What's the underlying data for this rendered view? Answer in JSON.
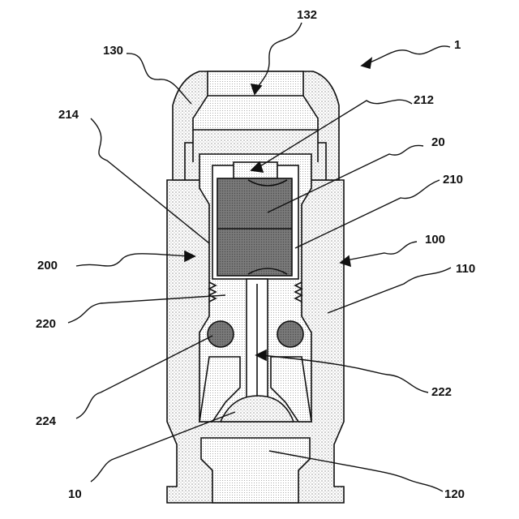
{
  "figure": {
    "labels": [
      {
        "id": "ref-1",
        "text": "1"
      },
      {
        "id": "ref-132",
        "text": "132"
      },
      {
        "id": "ref-130",
        "text": "130"
      },
      {
        "id": "ref-214",
        "text": "214"
      },
      {
        "id": "ref-212",
        "text": "212"
      },
      {
        "id": "ref-20",
        "text": "20"
      },
      {
        "id": "ref-210",
        "text": "210"
      },
      {
        "id": "ref-100",
        "text": "100"
      },
      {
        "id": "ref-200",
        "text": "200"
      },
      {
        "id": "ref-110",
        "text": "110"
      },
      {
        "id": "ref-220",
        "text": "220"
      },
      {
        "id": "ref-222",
        "text": "222"
      },
      {
        "id": "ref-224",
        "text": "224"
      },
      {
        "id": "ref-10",
        "text": "10"
      },
      {
        "id": "ref-120",
        "text": "120"
      }
    ]
  },
  "colors": {
    "line": "#111111",
    "stipple": "#8f8f8f",
    "element_dark": "#6e6e6e",
    "background": "#ffffff"
  }
}
